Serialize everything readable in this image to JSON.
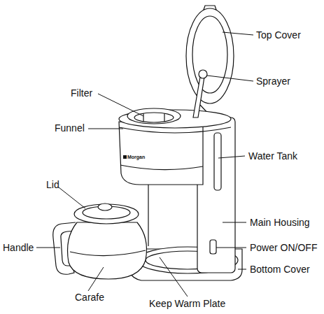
{
  "diagram": {
    "labels": [
      "Top Cover",
      "Sprayer",
      "Filter",
      "Funnel",
      "Water Tank",
      "Lid",
      "Main Housing",
      "Handle",
      "Power ON/OFF",
      "Bottom Cover",
      "Carafe",
      "Keep Warm Plate",
      "Morgan"
    ]
  }
}
